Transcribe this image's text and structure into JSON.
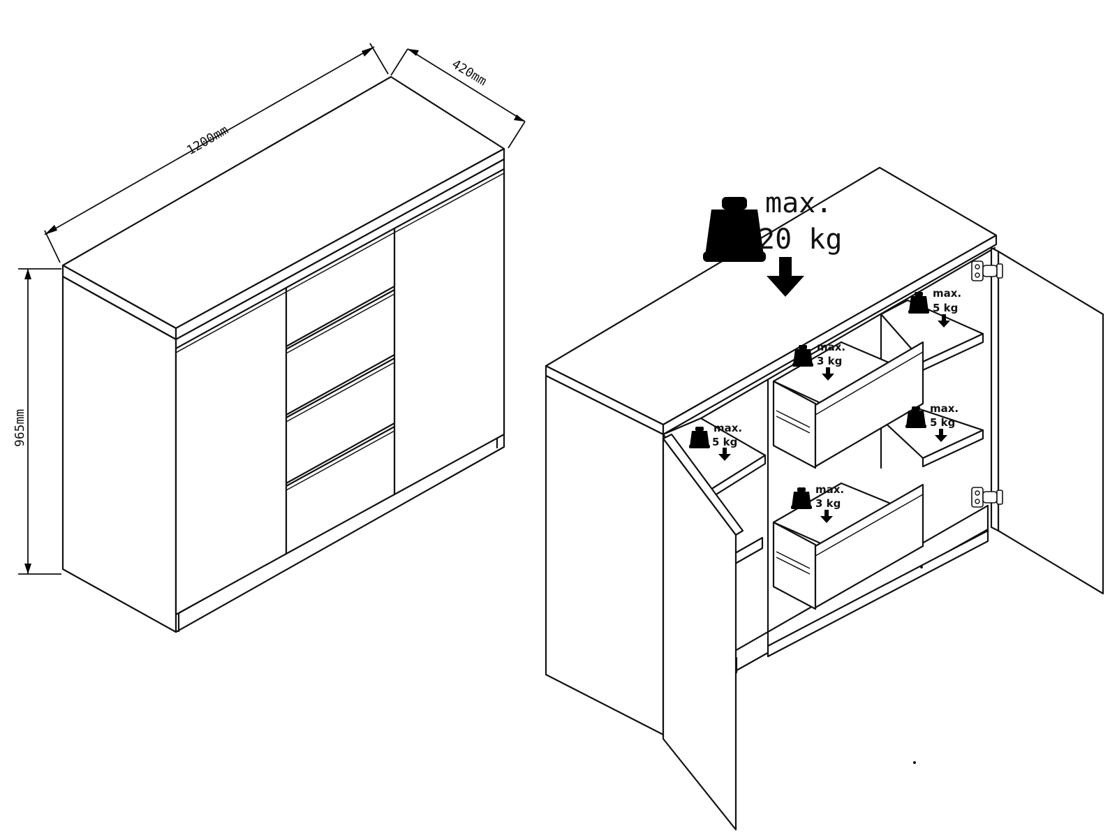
{
  "dimensions": {
    "width": "1200mm",
    "depth": "420mm",
    "height": "965mm"
  },
  "load_limits": {
    "top": {
      "line1": "max.",
      "line2": "20 kg"
    },
    "shelf_left": {
      "line1": "max.",
      "line2": "5 kg"
    },
    "shelf_right_upper": {
      "line1": "max.",
      "line2": "5 kg"
    },
    "shelf_right_lower": {
      "line1": "max.",
      "line2": "5 kg"
    },
    "drawer_upper": {
      "line1": "max.",
      "line2": "3 kg"
    },
    "drawer_lower": {
      "line1": "max.",
      "line2": "3 kg"
    }
  },
  "icons": {
    "weight": "weight-icon",
    "arrow": "arrow-down-icon",
    "hinge": "hinge-icon"
  }
}
